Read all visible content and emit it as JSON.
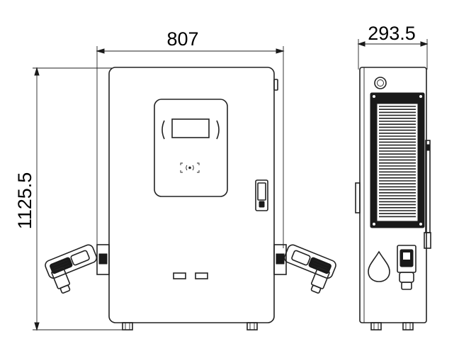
{
  "dimensions": {
    "front_width": "807",
    "front_height": "1125.5",
    "side_depth": "293.5"
  }
}
